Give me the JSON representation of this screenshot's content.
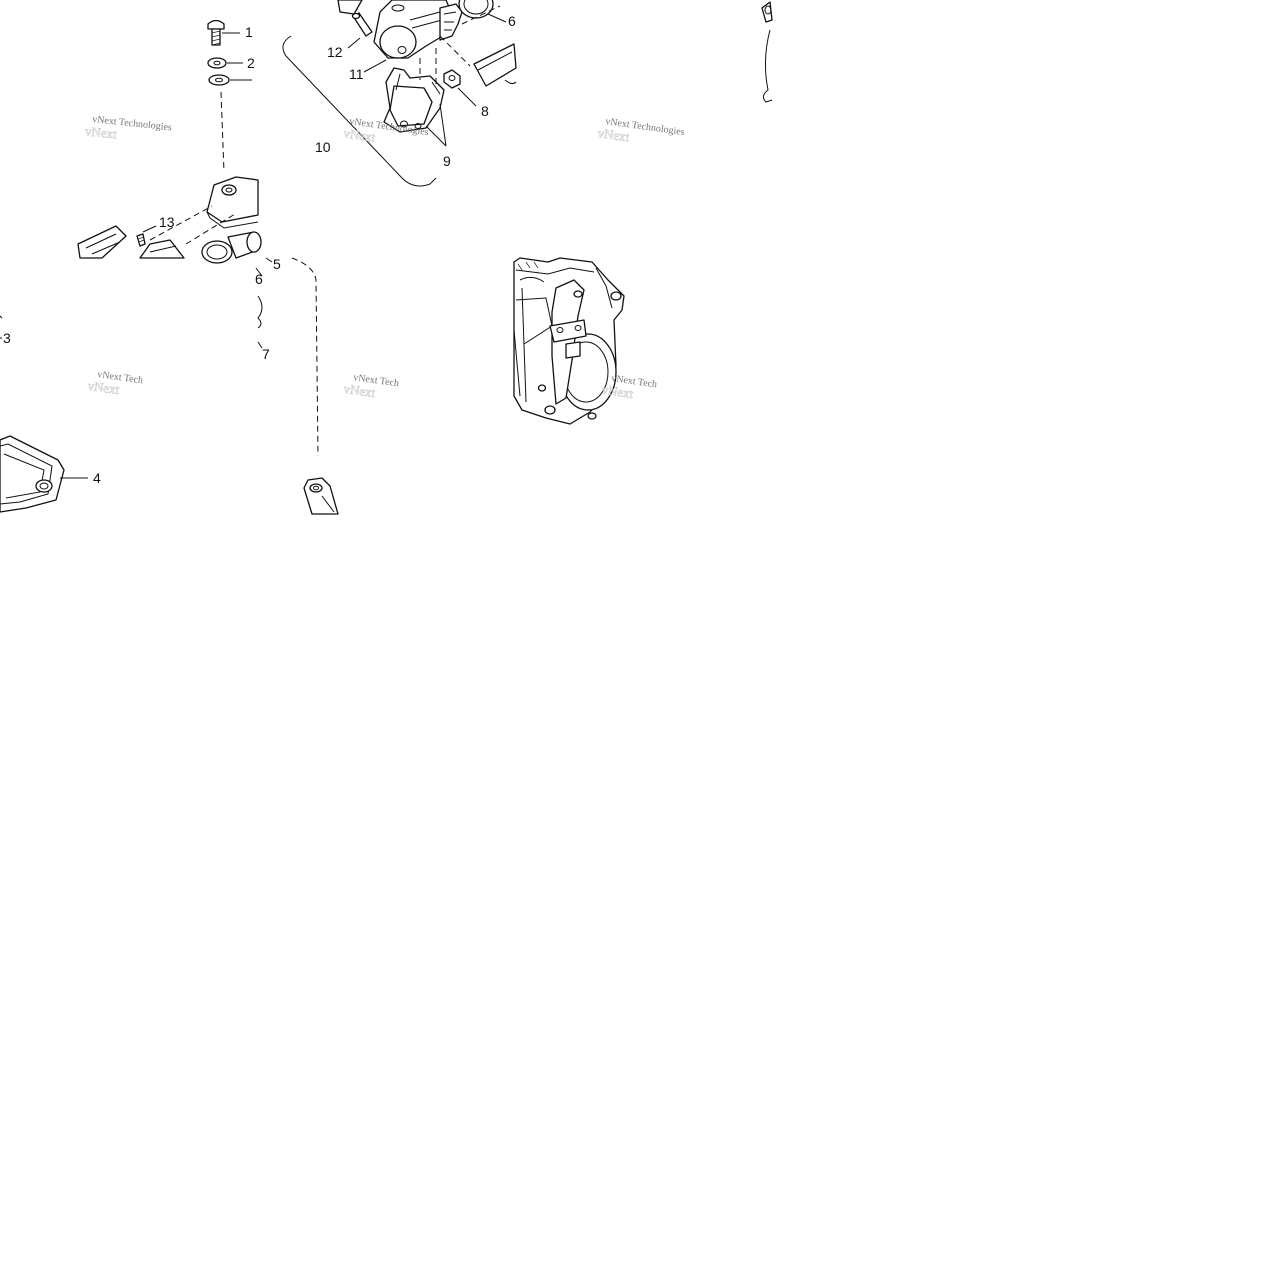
{
  "diagram": {
    "callouts": [
      "1",
      "2",
      "3",
      "4",
      "5",
      "6",
      "6",
      "7",
      "8",
      "9",
      "10",
      "11",
      "12",
      "13"
    ],
    "watermarks": [
      "vNext Technologies",
      "vNext Technologies",
      "vNext Technologies",
      "vNext Tech",
      "vNext Tech",
      "vNext Tech"
    ]
  }
}
